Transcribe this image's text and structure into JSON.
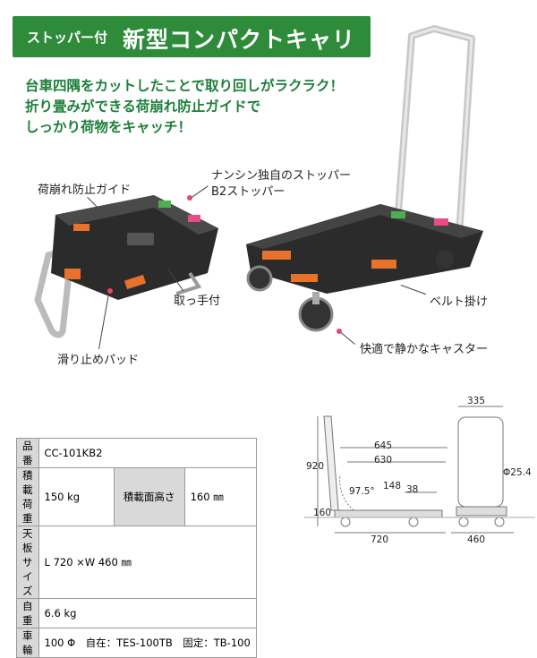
{
  "banner": {
    "sub": "ストッパー付",
    "title": "新型コンパクトキャリー"
  },
  "lead": [
    "台車四隅をカットしたことで取り回しがラクラク！",
    "折り畳みができる荷崩れ防止ガイドで",
    "しっかり荷物をキャッチ！"
  ],
  "callouts": {
    "guide": "荷崩れ防止ガイド",
    "stopper1": "ナンシン独自のストッパー",
    "stopper2": "B2ストッパー",
    "handle": "取っ手付",
    "belt": "ベルト掛け",
    "pad": "滑り止めパッド",
    "caster": "快適で静かなキャスター"
  },
  "spec": {
    "r1": {
      "k": "品番",
      "v": "CC-101KB2"
    },
    "r2": {
      "k": "積載荷重",
      "v": "150 kg",
      "k2": "積載面高さ",
      "v2": "160 ㎜"
    },
    "r3": {
      "k": "天板サイズ",
      "v": "L 720 ×W 460 ㎜"
    },
    "r4": {
      "k": "自重",
      "v": "6.6 kg"
    },
    "r5": {
      "k": "車輪",
      "v": "100 Φ　自在：TES-100TB　固定：TB-100"
    }
  },
  "dims": {
    "d335": "335",
    "d645": "645",
    "d630": "630",
    "d920": "920",
    "d975": "97.5°",
    "d148": "148",
    "d38": "38",
    "d160": "160",
    "d720": "720",
    "d460": "460",
    "d254": "Φ25.4"
  }
}
